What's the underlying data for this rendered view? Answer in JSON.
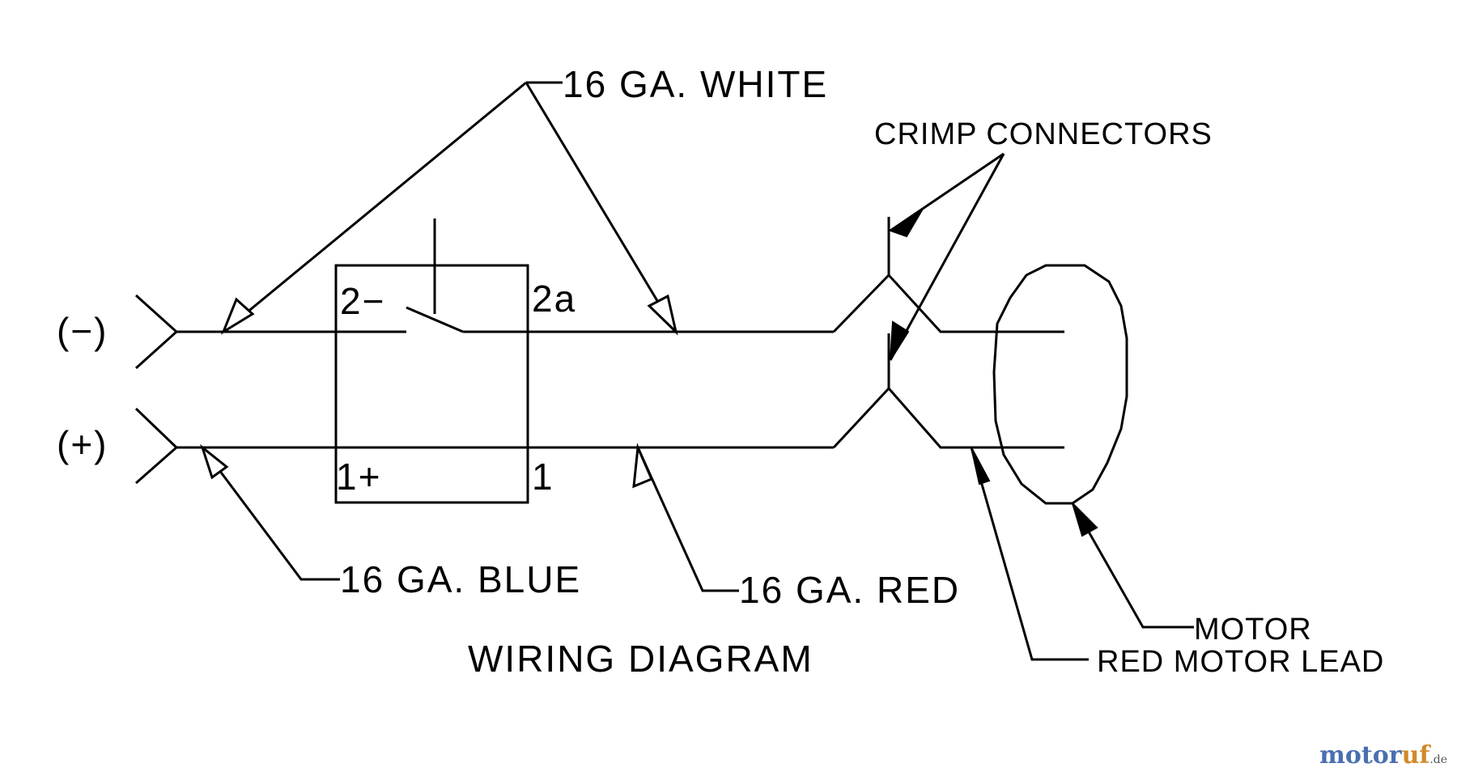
{
  "diagram": {
    "terminal_negative": "(−)",
    "terminal_positive": "(+)",
    "switch_terminal_2neg": "2−",
    "switch_terminal_2a": "2a",
    "switch_terminal_1pos": "1+",
    "switch_terminal_1": "1",
    "label_white": "16 GA. WHITE",
    "label_blue": "16 GA. BLUE",
    "label_red": "16 GA. RED",
    "label_crimp": "CRIMP CONNECTORS",
    "label_motor": "MOTOR",
    "label_red_lead": "RED MOTOR LEAD",
    "title": "WIRING DIAGRAM"
  },
  "watermark": {
    "main": "motor",
    "accent": "uf",
    "tld": ".de"
  },
  "colors": {
    "line": "#000000",
    "background": "#ffffff"
  }
}
